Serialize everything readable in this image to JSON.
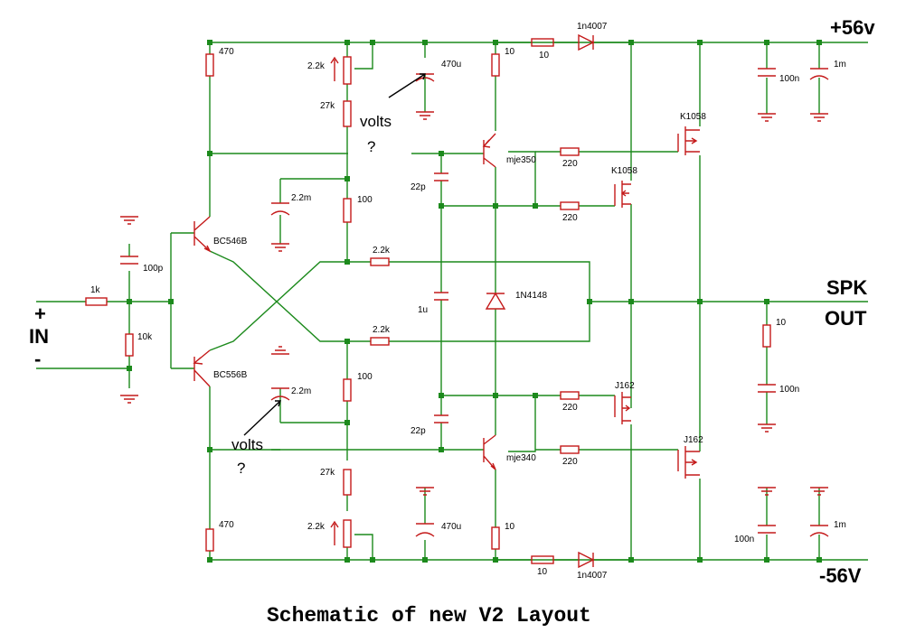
{
  "title": "Schematic of new V2 Layout",
  "rails": {
    "positive": "+56v",
    "negative": "-56V"
  },
  "input": {
    "plus": "+",
    "in": "IN",
    "minus": "-"
  },
  "output": {
    "spk": "SPK",
    "out": "OUT"
  },
  "annotations": {
    "volts": "volts",
    "question": "?"
  },
  "components": {
    "r_in": "1k",
    "c_in": "100p",
    "r_ground": "10k",
    "q_top_input": "BC546B",
    "q_bot_input": "BC556B",
    "r_tail_top": "470",
    "r_tail_bot": "470",
    "pot_top": "2.2k",
    "pot_bot": "2.2k",
    "r_bias_top": "27k",
    "r_bias_bot": "27k",
    "c_top_470": "470u",
    "c_bot_470": "470u",
    "c_dec_top": "2.2m",
    "c_dec_bot": "2.2m",
    "r_100_top": "100",
    "r_100_bot": "100",
    "r_fb_top": "2.2k",
    "r_fb_bot": "2.2k",
    "c_22p_top": "22p",
    "c_22p_bot": "22p",
    "c_1u": "1u",
    "r_10_emit_top": "10",
    "r_10_emit_bot": "10",
    "r_10_rail_top": "10",
    "r_10_rail_bot": "10",
    "d_rail_top": "1n4007",
    "d_rail_bot": "1n4007",
    "d_bias": "1N4148",
    "q_vas_top": "mje350",
    "q_vas_bot": "mje340",
    "r_gate_1": "220",
    "r_gate_2": "220",
    "r_gate_3": "220",
    "r_gate_4": "220",
    "mosfet_n1": "K1058",
    "mosfet_n2": "K1058",
    "mosfet_p1": "J162",
    "mosfet_p2": "J162",
    "c_top_100n": "100n",
    "c_top_1m": "1m",
    "c_bot_100n": "100n",
    "c_bot_1m": "1m",
    "zobel_r": "10",
    "zobel_c": "100n"
  }
}
